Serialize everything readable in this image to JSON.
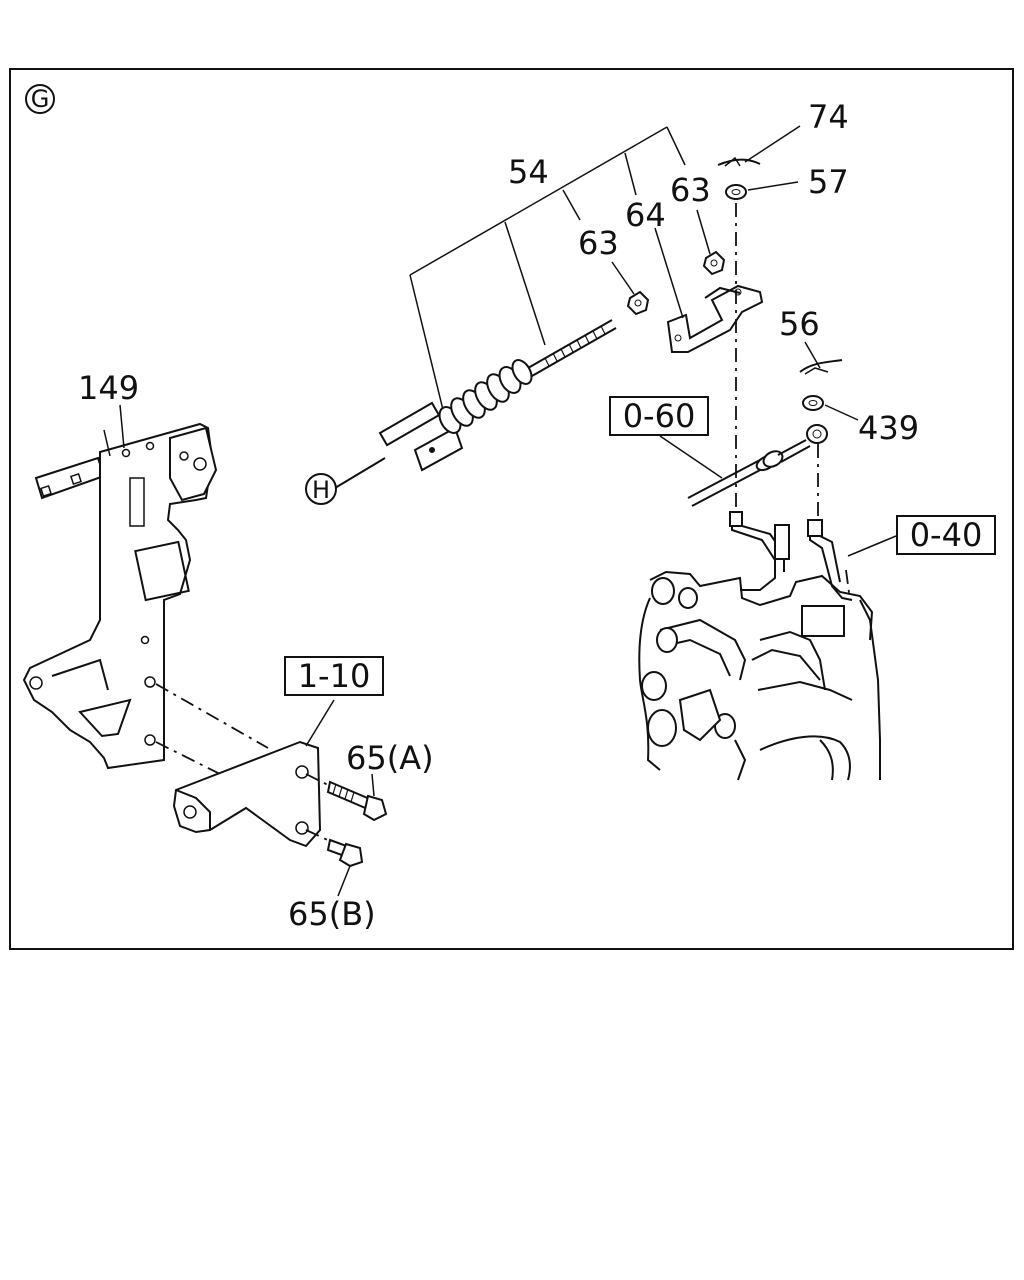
{
  "diagram": {
    "section_marker": "G",
    "ref_marker": "H",
    "part_labels": {
      "p74": "74",
      "p57": "57",
      "p54": "54",
      "p63a": "63",
      "p63b": "63",
      "p64": "64",
      "p56": "56",
      "p439": "439",
      "p149": "149",
      "p65a": "65(A)",
      "p65b": "65(B)"
    },
    "ref_boxes": {
      "r060": "0-60",
      "r040": "0-40",
      "r110": "1-10"
    }
  }
}
